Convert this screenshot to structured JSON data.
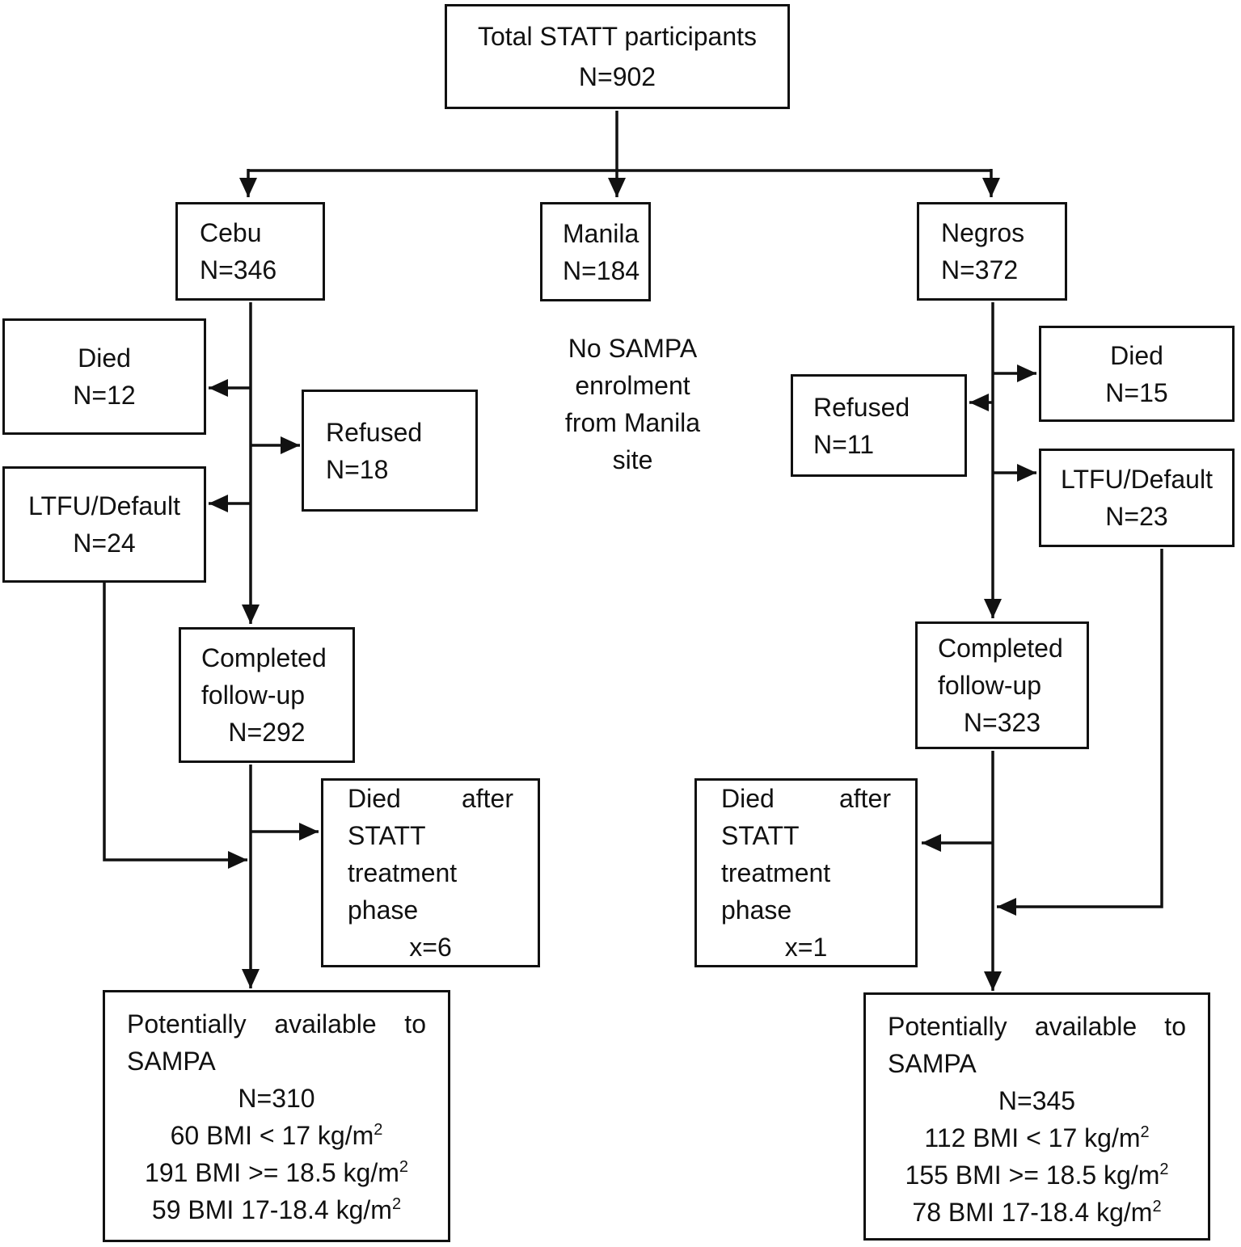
{
  "diagram": {
    "colors": {
      "line": "#111111",
      "background": "#ffffff",
      "text": "#111111"
    },
    "total_box": {
      "title": "Total STATT participants",
      "n": "N=902"
    },
    "sites": {
      "cebu": {
        "name": "Cebu",
        "n": "N=346"
      },
      "manila": {
        "name": "Manila",
        "n": "N=184"
      },
      "negros": {
        "name": "Negros",
        "n": "N=372"
      }
    },
    "manila_note_lines": [
      "No SAMPA",
      "enrolment",
      "from Manila",
      "site"
    ],
    "cebu_branch": {
      "died": {
        "label": "Died",
        "n": "N=12"
      },
      "refused": {
        "label": "Refused",
        "n": "N=18"
      },
      "ltfu": {
        "label": "LTFU/Default",
        "n": "N=24"
      },
      "completed": {
        "line1": "Completed",
        "line2": "follow-up",
        "n": "N=292"
      },
      "died_after": {
        "words": [
          "Died",
          "after"
        ],
        "line2": "STATT",
        "line3": "treatment",
        "line4": "phase",
        "x": "x=6"
      },
      "available": {
        "words": [
          "Potentially",
          "available",
          "to"
        ],
        "line2": "SAMPA",
        "n": "N=310",
        "bmi": [
          {
            "text": "60 BMI < 17 kg/m",
            "sup": "2"
          },
          {
            "text": "191 BMI >= 18.5 kg/m",
            "sup": "2"
          },
          {
            "text": "59 BMI 17-18.4 kg/m",
            "sup": "2"
          }
        ]
      }
    },
    "negros_branch": {
      "died": {
        "label": "Died",
        "n": "N=15"
      },
      "refused": {
        "label": "Refused",
        "n": "N=11"
      },
      "ltfu": {
        "label": "LTFU/Default",
        "n": "N=23"
      },
      "completed": {
        "line1": "Completed",
        "line2": "follow-up",
        "n": "N=323"
      },
      "died_after": {
        "words": [
          "Died",
          "after"
        ],
        "line2": "STATT",
        "line3": "treatment",
        "line4": "phase",
        "x": "x=1"
      },
      "available": {
        "words": [
          "Potentially",
          "available",
          "to"
        ],
        "line2": "SAMPA",
        "n": "N=345",
        "bmi": [
          {
            "text": "112 BMI < 17 kg/m",
            "sup": "2"
          },
          {
            "text": "155 BMI >= 18.5 kg/m",
            "sup": "2"
          },
          {
            "text": "78 BMI 17-18.4 kg/m",
            "sup": "2"
          }
        ]
      }
    }
  }
}
